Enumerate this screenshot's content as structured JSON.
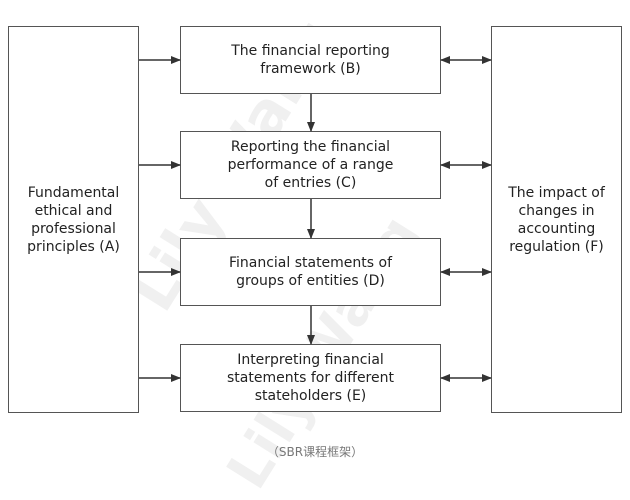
{
  "boxes": {
    "a": "Fundamental\nethical and\nprofessional\nprinciples (A)",
    "b": "The financial reporting\nframework (B)",
    "c": "Reporting the financial\nperformance of a range\nof entries (C)",
    "d": "Financial statements of\ngroups of entities (D)",
    "e": "Interpreting financial\nstatements for different\nstateholders (E)",
    "f": "The impact of\nchanges in\naccounting\nregulation (F)"
  },
  "watermark": "Lily Wang",
  "caption": "（SBR课程框架）",
  "colors": {
    "border": "#555555",
    "arrow": "#333333"
  }
}
